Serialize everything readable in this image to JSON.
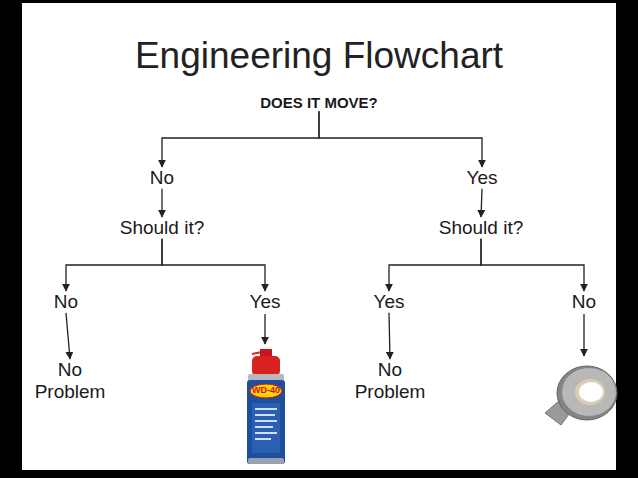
{
  "diagram": {
    "title": "Engineering Flowchart",
    "nodes": [
      {
        "text": [
          "DOES IT MOVE?"
        ]
      },
      {
        "text": [
          "No"
        ]
      },
      {
        "text": [
          "Yes"
        ]
      },
      {
        "text": [
          "Should it?"
        ]
      },
      {
        "text": [
          "Should it?"
        ]
      },
      {
        "text": [
          "No"
        ]
      },
      {
        "text": [
          "Yes"
        ]
      },
      {
        "text": [
          "Yes"
        ]
      },
      {
        "text": [
          "No"
        ]
      },
      {
        "text": [
          "No Problem"
        ]
      },
      {
        "text": [
          "No Problem"
        ]
      }
    ],
    "edges": [
      {
        "from": 0,
        "to": 1,
        "arrow": "to"
      },
      {
        "from": 0,
        "to": 2,
        "arrow": "to"
      },
      {
        "from": 1,
        "to": 3,
        "arrow": "to"
      },
      {
        "from": 2,
        "to": 4,
        "arrow": "to"
      },
      {
        "from": 3,
        "to": 5,
        "arrow": "to"
      },
      {
        "from": 3,
        "to": 6,
        "arrow": "to"
      },
      {
        "from": 4,
        "to": 7,
        "arrow": "to"
      },
      {
        "from": 4,
        "to": 8,
        "arrow": "to"
      },
      {
        "from": 5,
        "to": 9,
        "arrow": "to"
      },
      {
        "from": 7,
        "to": 10,
        "arrow": "to"
      }
    ],
    "labels": [
      "WD-40"
    ]
  }
}
